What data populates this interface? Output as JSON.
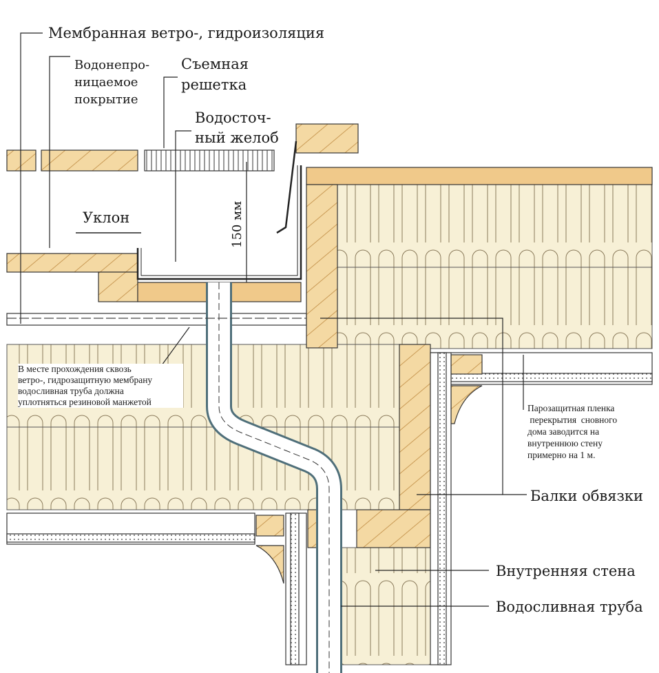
{
  "labels": {
    "membrane": "Мембранная ветро-, гидроизоляция",
    "waterproof": [
      "Водонепро-",
      "ницаемое",
      "покрытие"
    ],
    "grille": [
      "Съемная",
      "решетка"
    ],
    "gutter": [
      "Водосточ-",
      "ный желоб"
    ],
    "slope": "Уклон",
    "dimension": "150 мм",
    "beams": "Балки обвязки",
    "inner_wall": "Внутренняя стена",
    "drain_pipe": "Водосливная труба"
  },
  "notes": {
    "pipe_seal": [
      "В месте прохождения сквозь",
      "ветро-, гидрозащитную мембрану",
      "водосливная труба должна",
      "уплотняться резиновой манжетой"
    ],
    "vapor_film": [
      "Парозащитная пленка",
      " перекрытия  сновного",
      "дома заводится на",
      "внутреннюю стену",
      "примерно на 1 м."
    ]
  },
  "colors": {
    "wood": "#f4d9a3",
    "sheathing": "#f0c98a",
    "insulation": "#f7f0d6",
    "pipe": "#4f6f7a"
  }
}
